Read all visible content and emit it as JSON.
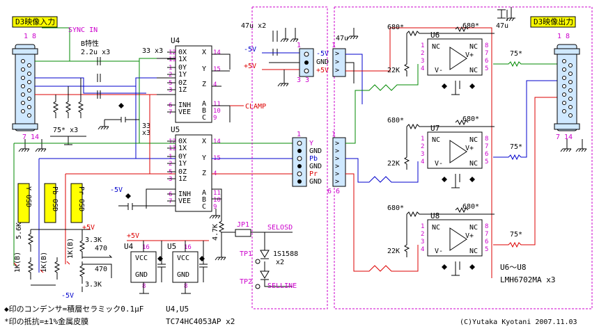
{
  "labels": {
    "in_title": "D3映像入力",
    "out_title": "D3映像出力",
    "in_pin_top": "1  8",
    "in_pin_bottom": "7 14",
    "out_pin_top": "1  8",
    "out_pin_bottom": "7 14",
    "sync_in": "SYNC IN",
    "b_char": "B特性",
    "cap_in": "2.2u x3",
    "res_33_top": "33 x3",
    "res_33_mid": "33",
    "res_33_mid2": "x3",
    "res_75_in": "75* x3",
    "u4": "U4",
    "u5": "U5",
    "u6": "U6",
    "u7": "U7",
    "u8": "U8",
    "clamp": "CLAMP",
    "neg5v_a": "-5V",
    "neg5v_b": "-5V",
    "pos5v_a": "+5V",
    "pos5v_b": "+5V",
    "pos5v_c": "+5V",
    "neg5v_c": "-5V",
    "cap47_x2": "47u x2",
    "cap47_a": "47u",
    "cap47_b": "47u",
    "conn_pins_top_l": "1",
    "conn_pins_top_r": "1",
    "conn_pins_bot_l": "3  3",
    "conn_pins_bot_r": "6  6",
    "conn_pins_mid_l": "1",
    "conn_pins_mid_r": "1",
    "pin_m5v": "-5V",
    "pin_gnd1": "GND",
    "pin_p5v": "+5V",
    "pin_y": "Y",
    "pin_gnd2": "GND",
    "pin_pb": "Pb",
    "pin_gnd3": "GND",
    "pin_pr": "Pr",
    "pin_gnd4": "GND",
    "osd_y": "Y OSD",
    "osd_pb": "Pb OSD",
    "osd_pr": "Pr OSD",
    "vr_1kb_a": "1K(B)",
    "vr_1kb_b": "1K(B)",
    "vr_1kb_c": "1K(B)",
    "r_56k": "5.6K",
    "r_33k_a": "3.3K",
    "r_33k_b": "3.3K",
    "r_470_a": "470",
    "r_470_b": "470",
    "r_47k": "4.7K",
    "jp1": "JP1",
    "selosd": "SELOSD",
    "tp1": "TP1",
    "tp2": "TP2",
    "selline": "SELLINE",
    "diode": "1S1588",
    "diode_x2": "x2",
    "vcc_a": "VCC",
    "gnd_a": "GND",
    "vcc_b": "VCC",
    "gnd_b": "GND",
    "u4_small": "U4",
    "u5_small": "U5",
    "pin16_a": "16",
    "pin16_b": "16",
    "pin8_a": "8",
    "pin8_b": "8",
    "r680_a": "680*",
    "r680_b": "680*",
    "r680_c": "680*",
    "r680_d": "680*",
    "r680_e": "680*",
    "r680_f": "680*",
    "r22k_a": "22K",
    "r22k_b": "22K",
    "r22k_c": "22K",
    "r75_a": "75*",
    "r75_b": "75*",
    "r75_c": "75*",
    "nc": "NC",
    "vplus": "V+",
    "vminus": "V-",
    "u6_u8": "U6～U8",
    "lmh": "LMH6702MA x3",
    "note1": "◆印のコンデンサ=積層セラミック0.1μF",
    "note2": "*印の抵抗=±1%金属皮膜",
    "note_u45": "U4,U5",
    "note_ic": "TC74HC4053AP x2",
    "credit": "(C)Yutaka Kyotani 2007.11.03",
    "mux_pins": [
      "0X",
      "1X",
      "0Y",
      "1Y",
      "0Z",
      "1Z",
      "INH",
      "VEE",
      "X",
      "Y",
      "Z",
      "A",
      "B",
      "C"
    ],
    "u4_pin_nums": [
      "12",
      "13",
      "1",
      "2",
      "5",
      "3",
      "6",
      "7",
      "14",
      "15",
      "4",
      "11",
      "10",
      "9"
    ],
    "u5_pin_nums": [
      "12",
      "13",
      "1",
      "2",
      "5",
      "3",
      "6",
      "7",
      "14",
      "15",
      "4",
      "11",
      "10",
      "9"
    ],
    "amp_pin_nums": [
      "1",
      "2",
      "3",
      "4",
      "8",
      "7",
      "6",
      "5"
    ]
  }
}
